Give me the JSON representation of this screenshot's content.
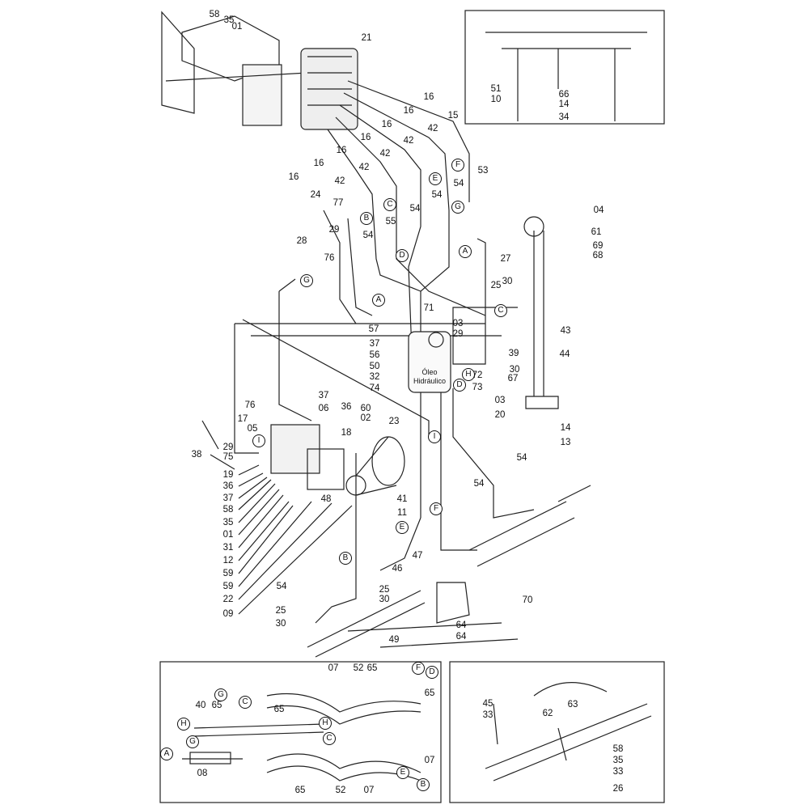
{
  "diagram": {
    "tank_label_line1": "Óleo",
    "tank_label_line2": "Hidráulico",
    "labels": [
      "58",
      "35",
      "01",
      "21",
      "16",
      "16",
      "15",
      "16",
      "42",
      "16",
      "42",
      "16",
      "42",
      "16",
      "42",
      "16",
      "42",
      "53",
      "24",
      "77",
      "54",
      "54",
      "54",
      "55",
      "29",
      "28",
      "54",
      "76",
      "04",
      "61",
      "69",
      "68",
      "27",
      "25",
      "30",
      "71",
      "57",
      "03",
      "29",
      "43",
      "37",
      "56",
      "39",
      "44",
      "50",
      "32",
      "74",
      "72",
      "73",
      "30",
      "67",
      "03",
      "20",
      "76",
      "37",
      "06",
      "36",
      "60",
      "02",
      "23",
      "17",
      "05",
      "18",
      "14",
      "13",
      "38",
      "29",
      "75",
      "19",
      "36",
      "37",
      "58",
      "35",
      "01",
      "31",
      "12",
      "59",
      "59",
      "22",
      "09",
      "48",
      "41",
      "11",
      "54",
      "54",
      "47",
      "46",
      "54",
      "25",
      "30",
      "25",
      "30",
      "70",
      "64",
      "64",
      "49"
    ],
    "circle_letters": [
      "E",
      "F",
      "C",
      "G",
      "B",
      "D",
      "A",
      "G",
      "A",
      "C",
      "H",
      "D",
      "I",
      "I",
      "F",
      "E",
      "B"
    ],
    "inset_top_right": {
      "labels": [
        "51",
        "10",
        "66",
        "14",
        "34"
      ]
    },
    "inset_bottom_left": {
      "labels": [
        "07",
        "52",
        "65",
        "65",
        "40",
        "65",
        "65",
        "08",
        "07",
        "65",
        "52",
        "07"
      ],
      "circle_letters": [
        "F",
        "D",
        "G",
        "C",
        "H",
        "H",
        "G",
        "C",
        "A",
        "E",
        "B"
      ]
    },
    "inset_bottom_right": {
      "labels": [
        "45",
        "33",
        "62",
        "63",
        "58",
        "35",
        "33",
        "26"
      ]
    }
  }
}
